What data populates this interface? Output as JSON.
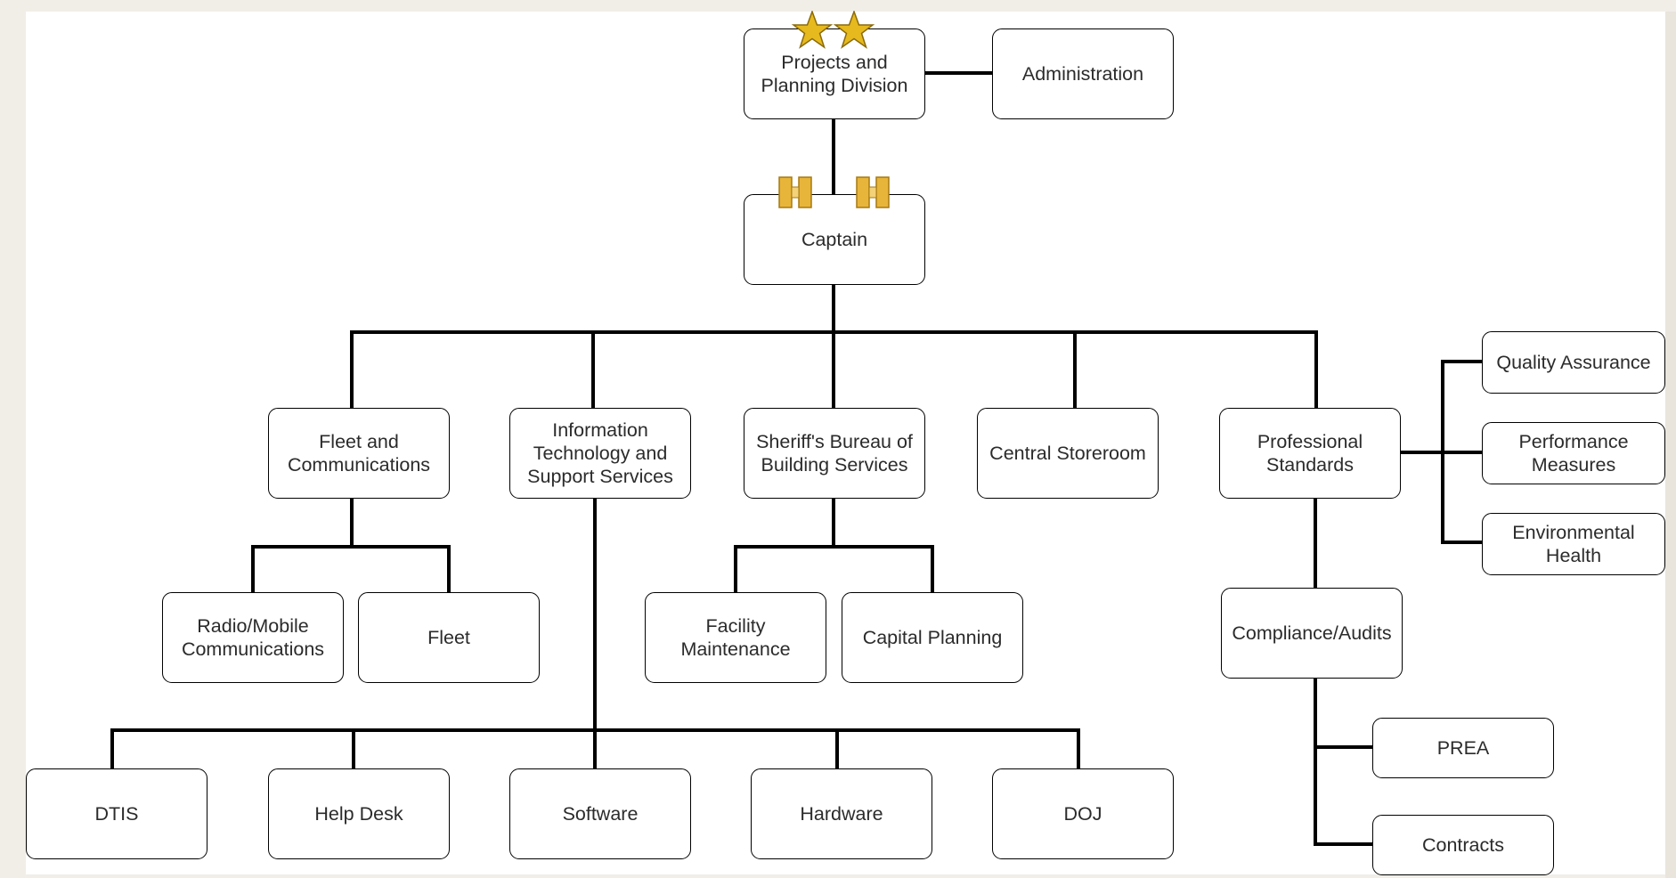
{
  "nodes": {
    "projects": "Projects and\nPlanning Division",
    "administration": "Administration",
    "captain": "Captain",
    "fleet_comm": "Fleet and\nCommunications",
    "it_support": "Information\nTechnology and\nSupport Services",
    "building": "Sheriff's Bureau of\nBuilding Services",
    "storeroom": "Central Storeroom",
    "prof_standards": "Professional\nStandards",
    "quality": "Quality Assurance",
    "performance": "Performance\nMeasures",
    "env_health": "Environmental\nHealth",
    "radio": "Radio/Mobile\nCommunications",
    "fleet": "Fleet",
    "facility": "Facility\nMaintenance",
    "capital": "Capital Planning",
    "compliance": "Compliance/Audits",
    "prea": "PREA",
    "contracts": "Contracts",
    "dtis": "DTIS",
    "helpdesk": "Help Desk",
    "software": "Software",
    "hardware": "Hardware",
    "doj": "DOJ"
  },
  "colors": {
    "line": "#000000",
    "star": "#e6b91e",
    "bar": "#e8b53b",
    "background": "#f1eee8"
  },
  "icons": {
    "rank_general": "two-star-icon",
    "rank_captain": "captain-bars-icon"
  }
}
